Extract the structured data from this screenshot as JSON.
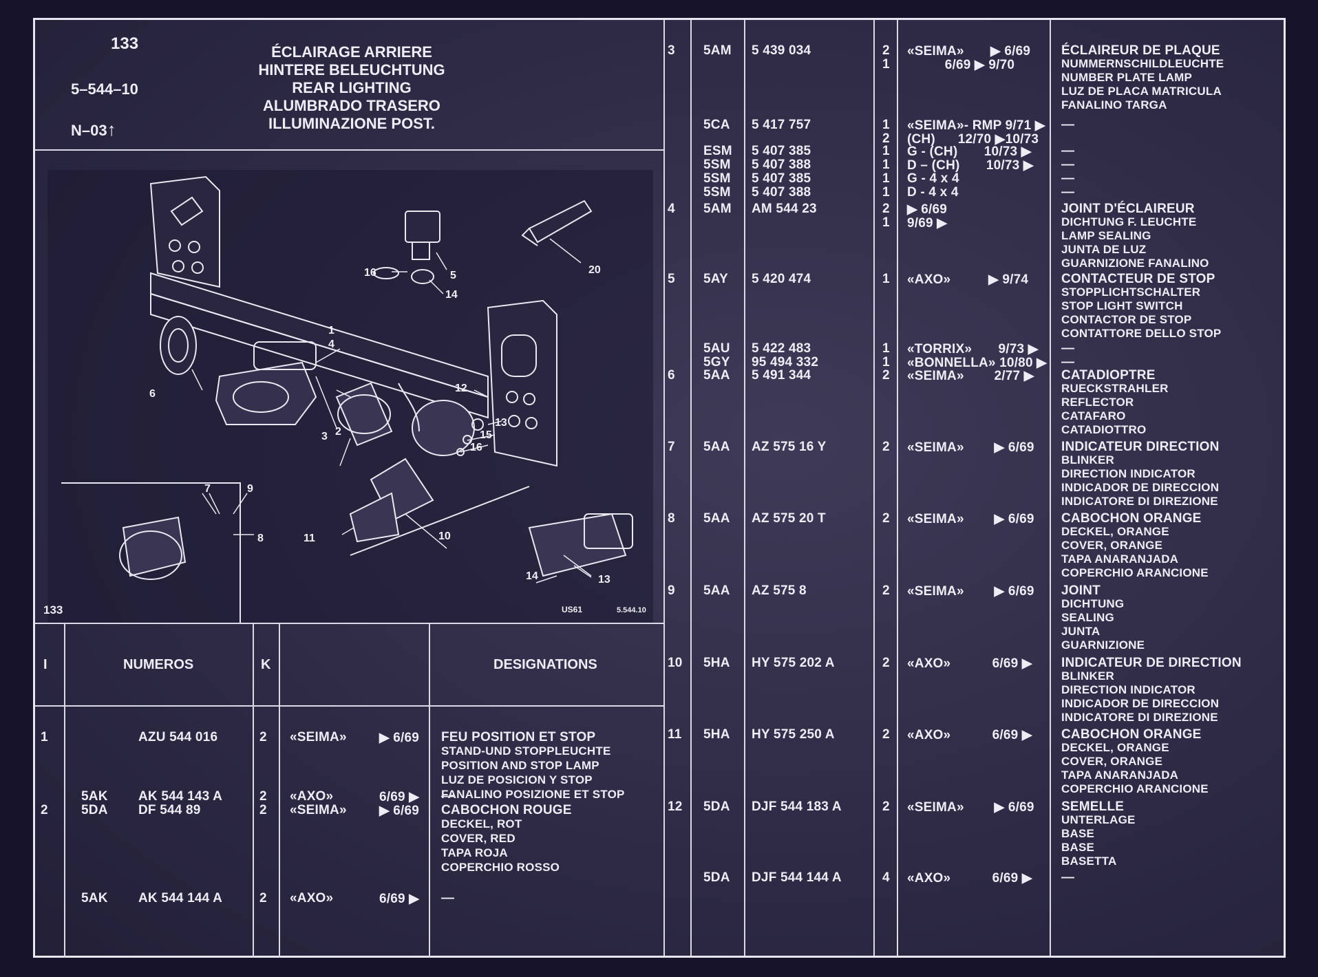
{
  "header": {
    "page_no": "133",
    "ref_code": "5–544–10",
    "index_code": "N–03",
    "index_arrow": "↑",
    "titles": [
      "ÉCLAIRAGE ARRIERE",
      "HINTERE BELEUCHTUNG",
      "REAR LIGHTING",
      "ALUMBRADO TRASERO",
      "ILLUMINAZIONE POST."
    ]
  },
  "diagram": {
    "corner_page": "133",
    "stamp": "US61",
    "drawing_ref": "5.544.10",
    "callouts": [
      "1",
      "2",
      "3",
      "4",
      "5",
      "6",
      "7",
      "8",
      "9",
      "10",
      "11",
      "12",
      "13",
      "14",
      "15",
      "16",
      "20"
    ]
  },
  "table_header": {
    "col_i": "I",
    "col_numeros": "NUMEROS",
    "col_k": "K",
    "col_designations": "DESIGNATIONS"
  },
  "left_rows": [
    {
      "i": "1",
      "code": "",
      "part": "AZU 544 016",
      "k": "2",
      "maker": "«SEIMA»",
      "date": "▶ 6/69",
      "des": [
        "FEU POSITION ET STOP",
        "STAND-UND STOPPLEUCHTE",
        "POSITION AND STOP LAMP",
        "LUZ DE POSICION Y STOP",
        "FANALINO POSIZIONE ET STOP"
      ]
    },
    {
      "i": "",
      "code": "5AK",
      "part": "AK 544 143 A",
      "k": "2",
      "maker": "«AXO»",
      "date": "6/69 ▶",
      "des": [
        "—"
      ]
    },
    {
      "i": "2",
      "code": "5DA",
      "part": "DF 544 89",
      "k": "2",
      "maker": "«SEIMA»",
      "date": "▶ 6/69",
      "des": [
        "CABOCHON ROUGE",
        "DECKEL, ROT",
        "COVER, RED",
        "TAPA ROJA",
        "COPERCHIO ROSSO"
      ]
    },
    {
      "i": "",
      "code": "5AK",
      "part": "AK 544 144 A",
      "k": "2",
      "maker": "«AXO»",
      "date": "6/69 ▶",
      "des": [
        "—"
      ]
    }
  ],
  "right_rows": [
    {
      "i": "3",
      "code": "5AM",
      "part": "5 439 034",
      "k": [
        "2",
        "1"
      ],
      "maker": [
        "«SEIMA»       ▶ 6/69",
        "          6/69 ▶ 9/70"
      ],
      "des": [
        "ÉCLAIREUR DE PLAQUE",
        "NUMMERNSCHILDLEUCHTE",
        "NUMBER PLATE LAMP",
        "LUZ DE PLACA MATRICULA",
        "FANALINO TARGA"
      ]
    },
    {
      "i": "",
      "code": "5CA",
      "part": "5 417 757",
      "k": [
        "1",
        "2"
      ],
      "maker": [
        "«SEIMA»- RMP 9/71 ▶",
        "(CH)      12/70 ▶10/73"
      ],
      "des": [
        "—"
      ]
    },
    {
      "i": "",
      "code": "ESM",
      "part": "5 407 385",
      "k": [
        "1"
      ],
      "maker": [
        "G - (CH)       10/73 ▶"
      ],
      "des": [
        "—"
      ]
    },
    {
      "i": "",
      "code": "5SM",
      "part": "5 407 388",
      "k": [
        "1"
      ],
      "maker": [
        "D – (CH)       10/73 ▶"
      ],
      "des": [
        "—"
      ]
    },
    {
      "i": "",
      "code": "5SM",
      "part": "5 407 385",
      "k": [
        "1"
      ],
      "maker": [
        "G - 4 x 4"
      ],
      "des": [
        "—"
      ]
    },
    {
      "i": "",
      "code": "5SM",
      "part": "5 407 388",
      "k": [
        "1"
      ],
      "maker": [
        "D - 4 x 4"
      ],
      "des": [
        "—"
      ]
    },
    {
      "i": "4",
      "code": "5AM",
      "part": "AM 544 23",
      "k": [
        "2",
        "1"
      ],
      "maker": [
        "▶ 6/69",
        "9/69 ▶"
      ],
      "des": [
        "JOINT D'ÉCLAIREUR",
        "DICHTUNG F. LEUCHTE",
        "LAMP SEALING",
        "JUNTA DE LUZ",
        "GUARNIZIONE FANALINO"
      ]
    },
    {
      "i": "5",
      "code": "5AY",
      "part": "5 420 474",
      "k": [
        "1"
      ],
      "maker": [
        "«AXO»          ▶ 9/74"
      ],
      "des": [
        "CONTACTEUR DE STOP",
        "STOPPLICHTSCHALTER",
        "STOP LIGHT SWITCH",
        "CONTACTOR DE STOP",
        "CONTATTORE DELLO STOP"
      ]
    },
    {
      "i": "",
      "code": "5AU",
      "part": "5 422 483",
      "k": [
        "1"
      ],
      "maker": [
        "«TORRIX»       9/73 ▶"
      ],
      "des": [
        "—"
      ]
    },
    {
      "i": "",
      "code": "5GY",
      "part": "95 494 332",
      "k": [
        "1"
      ],
      "maker": [
        "«BONNELLA» 10/80 ▶"
      ],
      "des": [
        "—"
      ]
    },
    {
      "i": "6",
      "code": "5AA",
      "part": "5 491 344",
      "k": [
        "2"
      ],
      "maker": [
        "«SEIMA»        2/77 ▶"
      ],
      "des": [
        "CATADIOPTRE",
        "RUECKSTRAHLER",
        "REFLECTOR",
        "CATAFARO",
        "CATADIOTTRO"
      ]
    },
    {
      "i": "7",
      "code": "5AA",
      "part": "AZ 575  16 Y",
      "k": [
        "2"
      ],
      "maker": [
        "«SEIMA»        ▶ 6/69"
      ],
      "des": [
        "INDICATEUR DIRECTION",
        "BLINKER",
        "DIRECTION INDICATOR",
        "INDICADOR DE DIRECCION",
        "INDICATORE DI DIREZIONE"
      ]
    },
    {
      "i": "8",
      "code": "5AA",
      "part": "AZ 575  20 T",
      "k": [
        "2"
      ],
      "maker": [
        "«SEIMA»        ▶ 6/69"
      ],
      "des": [
        "CABOCHON ORANGE",
        "DECKEL, ORANGE",
        "COVER, ORANGE",
        "TAPA ANARANJADA",
        "COPERCHIO ARANCIONE"
      ]
    },
    {
      "i": "9",
      "code": "5AA",
      "part": "AZ 575   8",
      "k": [
        "2"
      ],
      "maker": [
        "«SEIMA»        ▶ 6/69"
      ],
      "des": [
        "JOINT",
        "DICHTUNG",
        "SEALING",
        "JUNTA",
        "GUARNIZIONE"
      ]
    },
    {
      "i": "10",
      "code": "5HA",
      "part": "HY 575 202 A",
      "k": [
        "2"
      ],
      "maker": [
        "«AXO»           6/69 ▶"
      ],
      "des": [
        "INDICATEUR DE DIRECTION",
        "BLINKER",
        "DIRECTION INDICATOR",
        "INDICADOR DE DIRECCION",
        "INDICATORE DI DIREZIONE"
      ]
    },
    {
      "i": "11",
      "code": "5HA",
      "part": "HY 575 250 A",
      "k": [
        "2"
      ],
      "maker": [
        "«AXO»           6/69 ▶"
      ],
      "des": [
        "CABOCHON ORANGE",
        "DECKEL, ORANGE",
        "COVER, ORANGE",
        "TAPA ANARANJADA",
        "COPERCHIO ARANCIONE"
      ]
    },
    {
      "i": "12",
      "code": "5DA",
      "part": "DJF 544 183 A",
      "k": [
        "2"
      ],
      "maker": [
        "«SEIMA»        ▶ 6/69"
      ],
      "des": [
        "SEMELLE",
        "UNTERLAGE",
        "BASE",
        "BASE",
        "BASETTA"
      ]
    },
    {
      "i": "",
      "code": "5DA",
      "part": "DJF 544 144 A",
      "k": [
        "4"
      ],
      "maker": [
        "«AXO»           6/69 ▶"
      ],
      "des": [
        "—"
      ]
    }
  ]
}
